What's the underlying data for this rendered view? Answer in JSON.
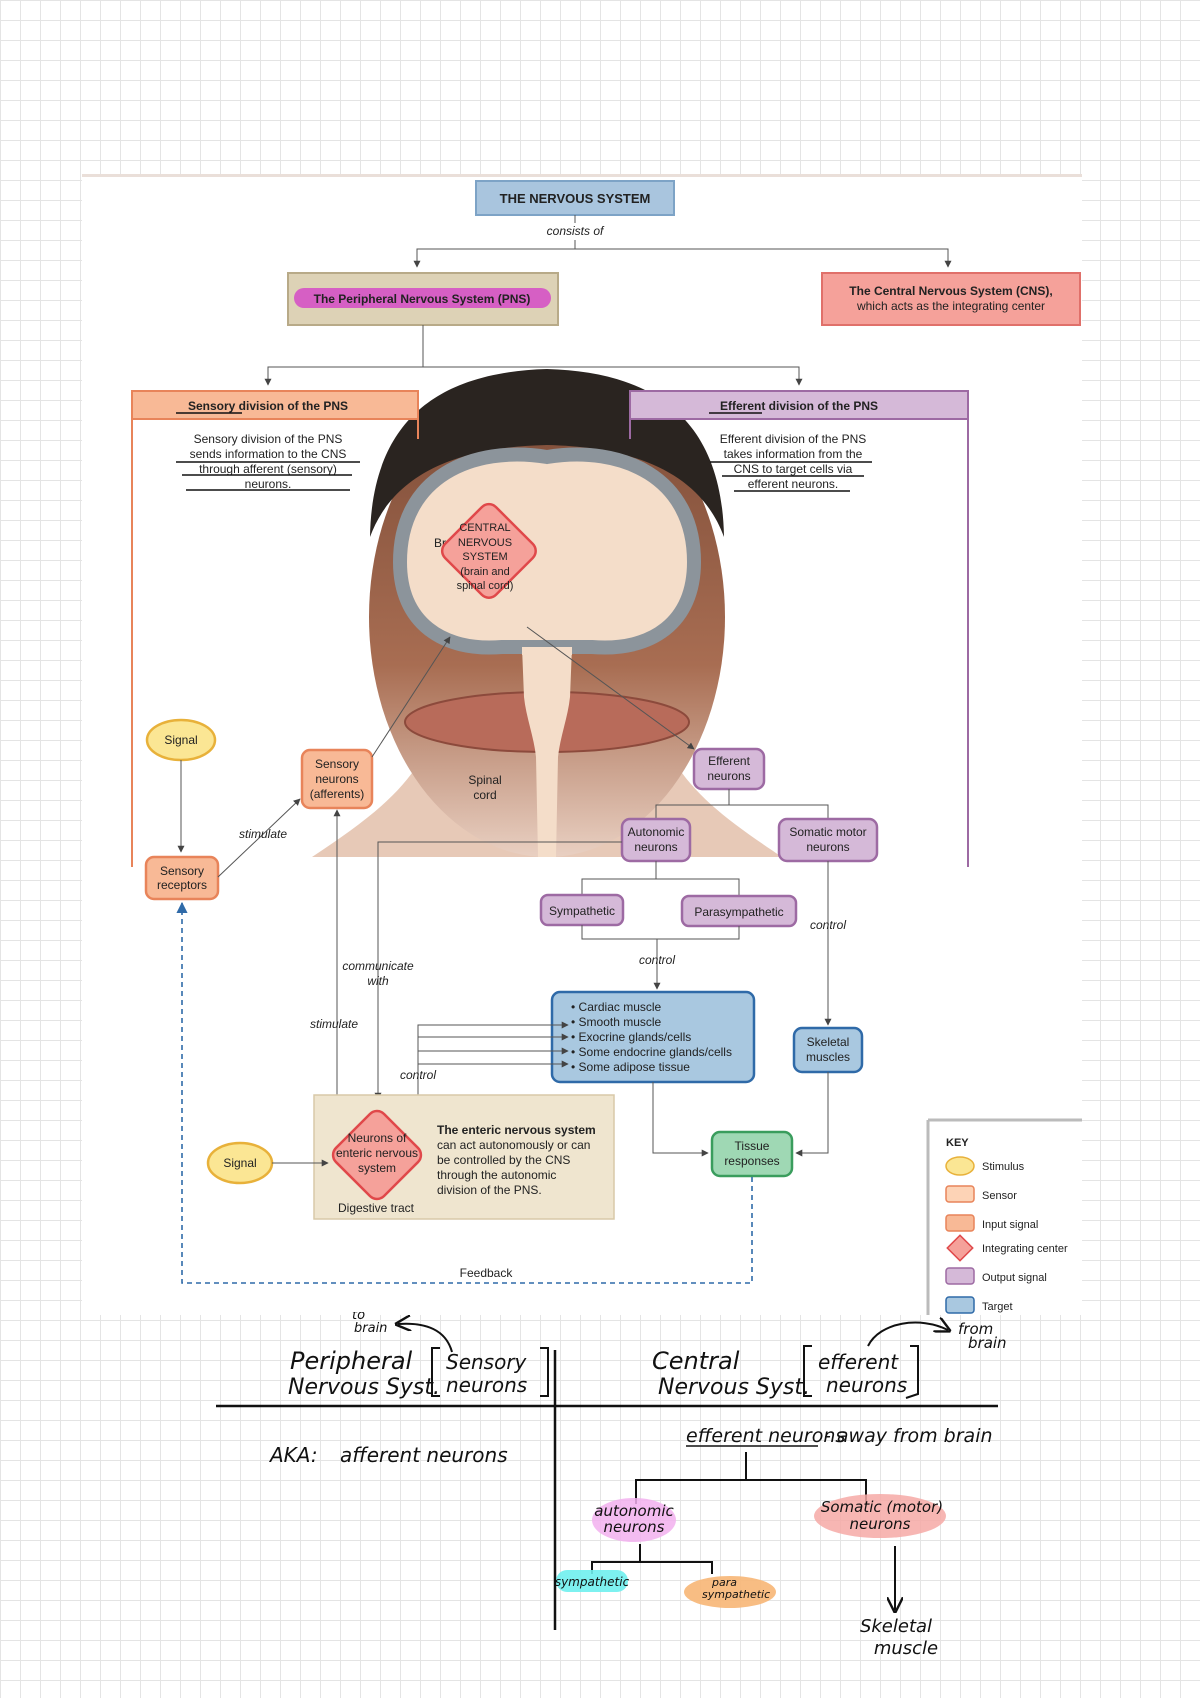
{
  "diagram": {
    "title": "THE NERVOUS SYSTEM",
    "consists_of": "consists  of",
    "pns": "The Peripheral Nervous System (PNS)",
    "cns_line1": "The Central Nervous System (CNS),",
    "cns_line2": "which acts as the integrating center",
    "sensory_header": "Sensory division of the PNS",
    "sensory_desc": [
      "Sensory division of the PNS",
      "sends information to the CNS",
      "through afferent (sensory)",
      "neurons."
    ],
    "efferent_header": "Efferent division of the PNS",
    "efferent_desc": [
      "Efferent division of the PNS",
      "takes information from the",
      "CNS to target cells via",
      "efferent neurons."
    ],
    "brain": "Brain",
    "cns_diamond": [
      "CENTRAL",
      "NERVOUS",
      "SYSTEM",
      "(brain and",
      "spinal cord)"
    ],
    "spinal_cord": [
      "Spinal",
      "cord"
    ],
    "signal_top": "Signal",
    "sensory_receptors": [
      "Sensory",
      "receptors"
    ],
    "stimulate_1": "stimulate",
    "sensory_neurons": [
      "Sensory",
      "neurons",
      "(afferents)"
    ],
    "efferent_neurons": [
      "Efferent",
      "neurons"
    ],
    "autonomic_neurons": [
      "Autonomic",
      "neurons"
    ],
    "somatic_motor": [
      "Somatic motor",
      "neurons"
    ],
    "sympathetic": "Sympathetic",
    "parasympathetic": "Parasympathetic",
    "control_1": "control",
    "control_2": "control",
    "control_3": "control",
    "communicate": [
      "communicate",
      "with"
    ],
    "stimulate_2": "stimulate",
    "targets": [
      "• Cardiac muscle",
      "• Smooth muscle",
      "• Exocrine glands/cells",
      "• Some endocrine glands/cells",
      "• Some adipose tissue"
    ],
    "skeletal_muscles": [
      "Skeletal",
      "muscles"
    ],
    "signal_bottom": "Signal",
    "enteric_neurons": [
      "Neurons of",
      "enteric nervous",
      "system"
    ],
    "enteric_desc_bold": "The enteric nervous system",
    "enteric_desc": [
      "can act autonomously or can",
      "be controlled by the CNS",
      "through the autonomic",
      "division of the PNS."
    ],
    "digestive_tract": "Digestive tract",
    "tissue_responses": [
      "Tissue",
      "responses"
    ],
    "feedback": "Feedback",
    "key_title": "KEY",
    "key_items": [
      "Stimulus",
      "Sensor",
      "Input signal",
      "Integrating center",
      "Output signal",
      "Target"
    ]
  },
  "notes": {
    "to_brain": [
      "to",
      "brain"
    ],
    "from_brain": [
      "from",
      "brain"
    ],
    "pns_title": [
      "Peripheral",
      "Nervous Syst."
    ],
    "sensory_bracket": [
      "Sensory",
      "neurons"
    ],
    "cns_title": [
      "Central",
      "Nervous Syst."
    ],
    "efferent_bracket": [
      "efferent",
      "neurons"
    ],
    "aka": "AKA:",
    "afferent": "afferent neurons",
    "efferent_def": "efferent neurons",
    "away": "- away from brain",
    "autonomic": [
      "autonomic",
      "neurons"
    ],
    "somatic": [
      "Somatic (motor)",
      "neurons"
    ],
    "sympathetic": "sympathetic",
    "parasympathetic": [
      "para",
      "sympathetic"
    ],
    "skeletal": [
      "Skeletal",
      "muscle"
    ]
  },
  "colors": {
    "blue_box": "#a9c5de",
    "tan_box": "#ddd2b6",
    "cns_red": "#f5a19a",
    "pns_pink": "#d65fc4",
    "sensory_orange": "#f8b996",
    "efferent_purple": "#d5b9d8",
    "stimulus_yellow": "#fbe694",
    "target_blue": "#a9c8e0",
    "green": "#9fd8b4"
  }
}
